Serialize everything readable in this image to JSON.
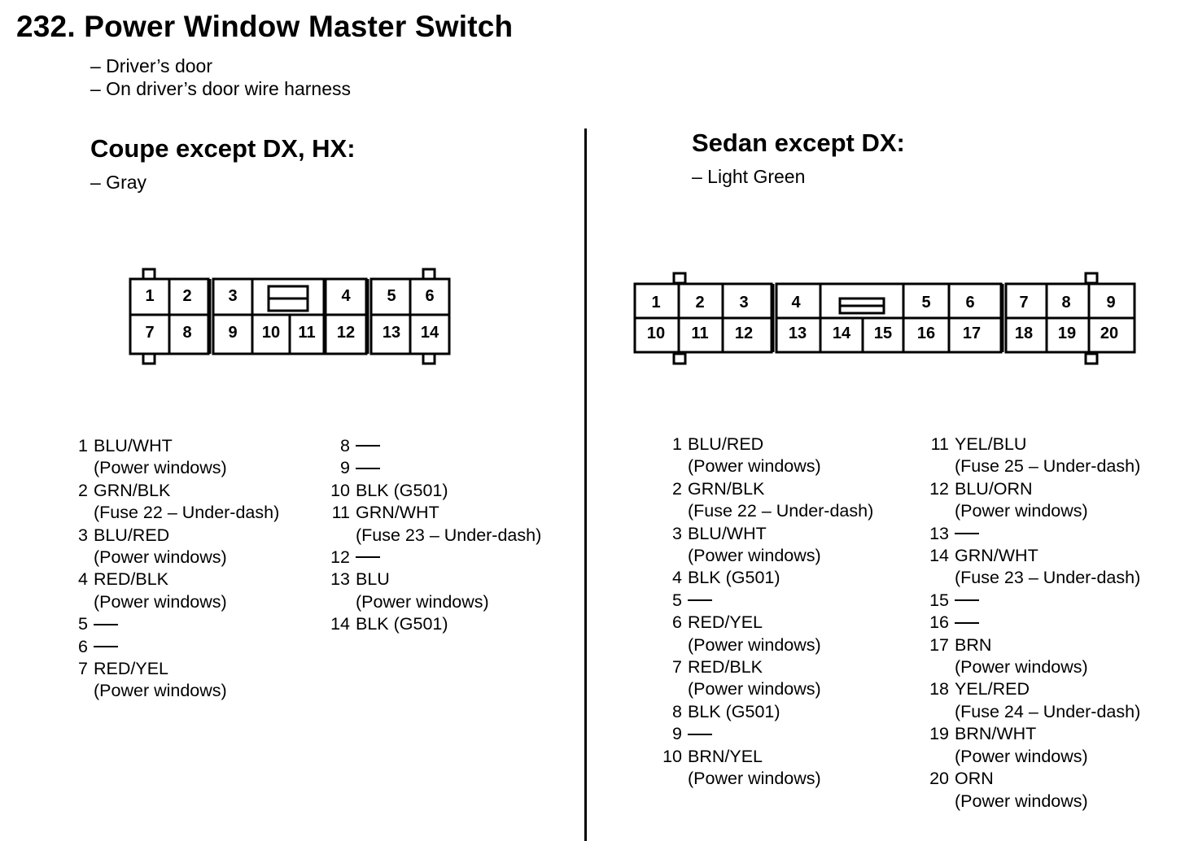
{
  "title": "232. Power Window Master Switch",
  "subtitle_lines": [
    "– Driver’s door",
    "– On driver’s door wire harness"
  ],
  "coupe": {
    "heading": "Coupe except DX, HX:",
    "color_note": "– Gray",
    "pins_col1": [
      {
        "num": "1",
        "wire": "BLU/WHT",
        "desc": "(Power windows)"
      },
      {
        "num": "2",
        "wire": "GRN/BLK",
        "desc": "(Fuse 22 – Under-dash)"
      },
      {
        "num": "3",
        "wire": "BLU/RED",
        "desc": "(Power windows)"
      },
      {
        "num": "4",
        "wire": "RED/BLK",
        "desc": "(Power windows)"
      },
      {
        "num": "5",
        "wire": "—",
        "desc": ""
      },
      {
        "num": "6",
        "wire": "—",
        "desc": ""
      },
      {
        "num": "7",
        "wire": "RED/YEL",
        "desc": "(Power windows)"
      }
    ],
    "pins_col2": [
      {
        "num": "8",
        "wire": "—",
        "desc": ""
      },
      {
        "num": "9",
        "wire": "—",
        "desc": ""
      },
      {
        "num": "10",
        "wire": "BLK (G501)",
        "desc": ""
      },
      {
        "num": "11",
        "wire": "GRN/WHT",
        "desc": "(Fuse 23 – Under-dash)"
      },
      {
        "num": "12",
        "wire": "—",
        "desc": ""
      },
      {
        "num": "13",
        "wire": "BLU",
        "desc": "(Power windows)"
      },
      {
        "num": "14",
        "wire": "BLK (G501)",
        "desc": ""
      }
    ],
    "connector_top": [
      "1",
      "2",
      "3",
      "4",
      "5",
      "6"
    ],
    "connector_bottom": [
      "7",
      "8",
      "9",
      "10",
      "11",
      "12",
      "13",
      "14"
    ]
  },
  "sedan": {
    "heading": "Sedan except DX:",
    "color_note": "– Light Green",
    "pins_col1": [
      {
        "num": "1",
        "wire": "BLU/RED",
        "desc": "(Power windows)"
      },
      {
        "num": "2",
        "wire": "GRN/BLK",
        "desc": "(Fuse 22 – Under-dash)"
      },
      {
        "num": "3",
        "wire": "BLU/WHT",
        "desc": "(Power windows)"
      },
      {
        "num": "4",
        "wire": "BLK (G501)",
        "desc": ""
      },
      {
        "num": "5",
        "wire": "—",
        "desc": ""
      },
      {
        "num": "6",
        "wire": "RED/YEL",
        "desc": "(Power windows)"
      },
      {
        "num": "7",
        "wire": "RED/BLK",
        "desc": "(Power windows)"
      },
      {
        "num": "8",
        "wire": "BLK (G501)",
        "desc": ""
      },
      {
        "num": "9",
        "wire": "—",
        "desc": ""
      },
      {
        "num": "10",
        "wire": "BRN/YEL",
        "desc": "(Power windows)"
      }
    ],
    "pins_col2": [
      {
        "num": "11",
        "wire": "YEL/BLU",
        "desc": "(Fuse 25 – Under-dash)"
      },
      {
        "num": "12",
        "wire": "BLU/ORN",
        "desc": "(Power windows)"
      },
      {
        "num": "13",
        "wire": "—",
        "desc": ""
      },
      {
        "num": "14",
        "wire": "GRN/WHT",
        "desc": "(Fuse 23 – Under-dash)"
      },
      {
        "num": "15",
        "wire": "—",
        "desc": ""
      },
      {
        "num": "16",
        "wire": "—",
        "desc": ""
      },
      {
        "num": "17",
        "wire": "BRN",
        "desc": "(Power windows)"
      },
      {
        "num": "18",
        "wire": "YEL/RED",
        "desc": "(Fuse 24 – Under-dash)"
      },
      {
        "num": "19",
        "wire": "BRN/WHT",
        "desc": "(Power windows)"
      },
      {
        "num": "20",
        "wire": "ORN",
        "desc": "(Power windows)"
      }
    ],
    "connector_top": [
      "1",
      "2",
      "3",
      "4",
      "5",
      "6",
      "7",
      "8",
      "9"
    ],
    "connector_bottom": [
      "10",
      "11",
      "12",
      "13",
      "14",
      "15",
      "16",
      "17",
      "18",
      "19",
      "20"
    ]
  }
}
